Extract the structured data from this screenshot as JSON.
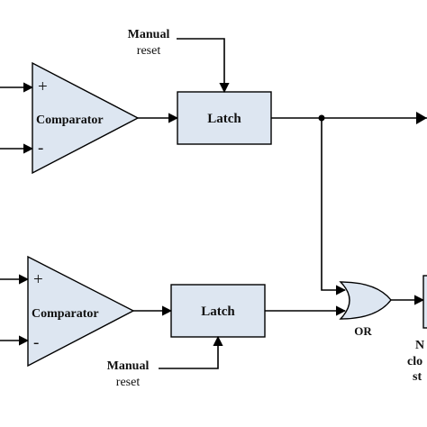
{
  "colors": {
    "block_fill": "#dde6f1",
    "line": "#000000",
    "text": "#111111"
  },
  "top_channel": {
    "manual_reset_line1": "Manual",
    "manual_reset_line2": "reset",
    "comparator_label": "Comparator",
    "plus_sign": "+",
    "minus_sign": "-",
    "latch_label": "Latch"
  },
  "bottom_channel": {
    "manual_reset_line1": "Manual",
    "manual_reset_line2": "reset",
    "comparator_label": "Comparator",
    "plus_sign": "+",
    "minus_sign": "-",
    "latch_label": "Latch"
  },
  "or_gate": {
    "label": "OR"
  },
  "output_block": {
    "line1_fragment": "N",
    "line2_fragment": "clo",
    "line3_fragment": "st"
  }
}
